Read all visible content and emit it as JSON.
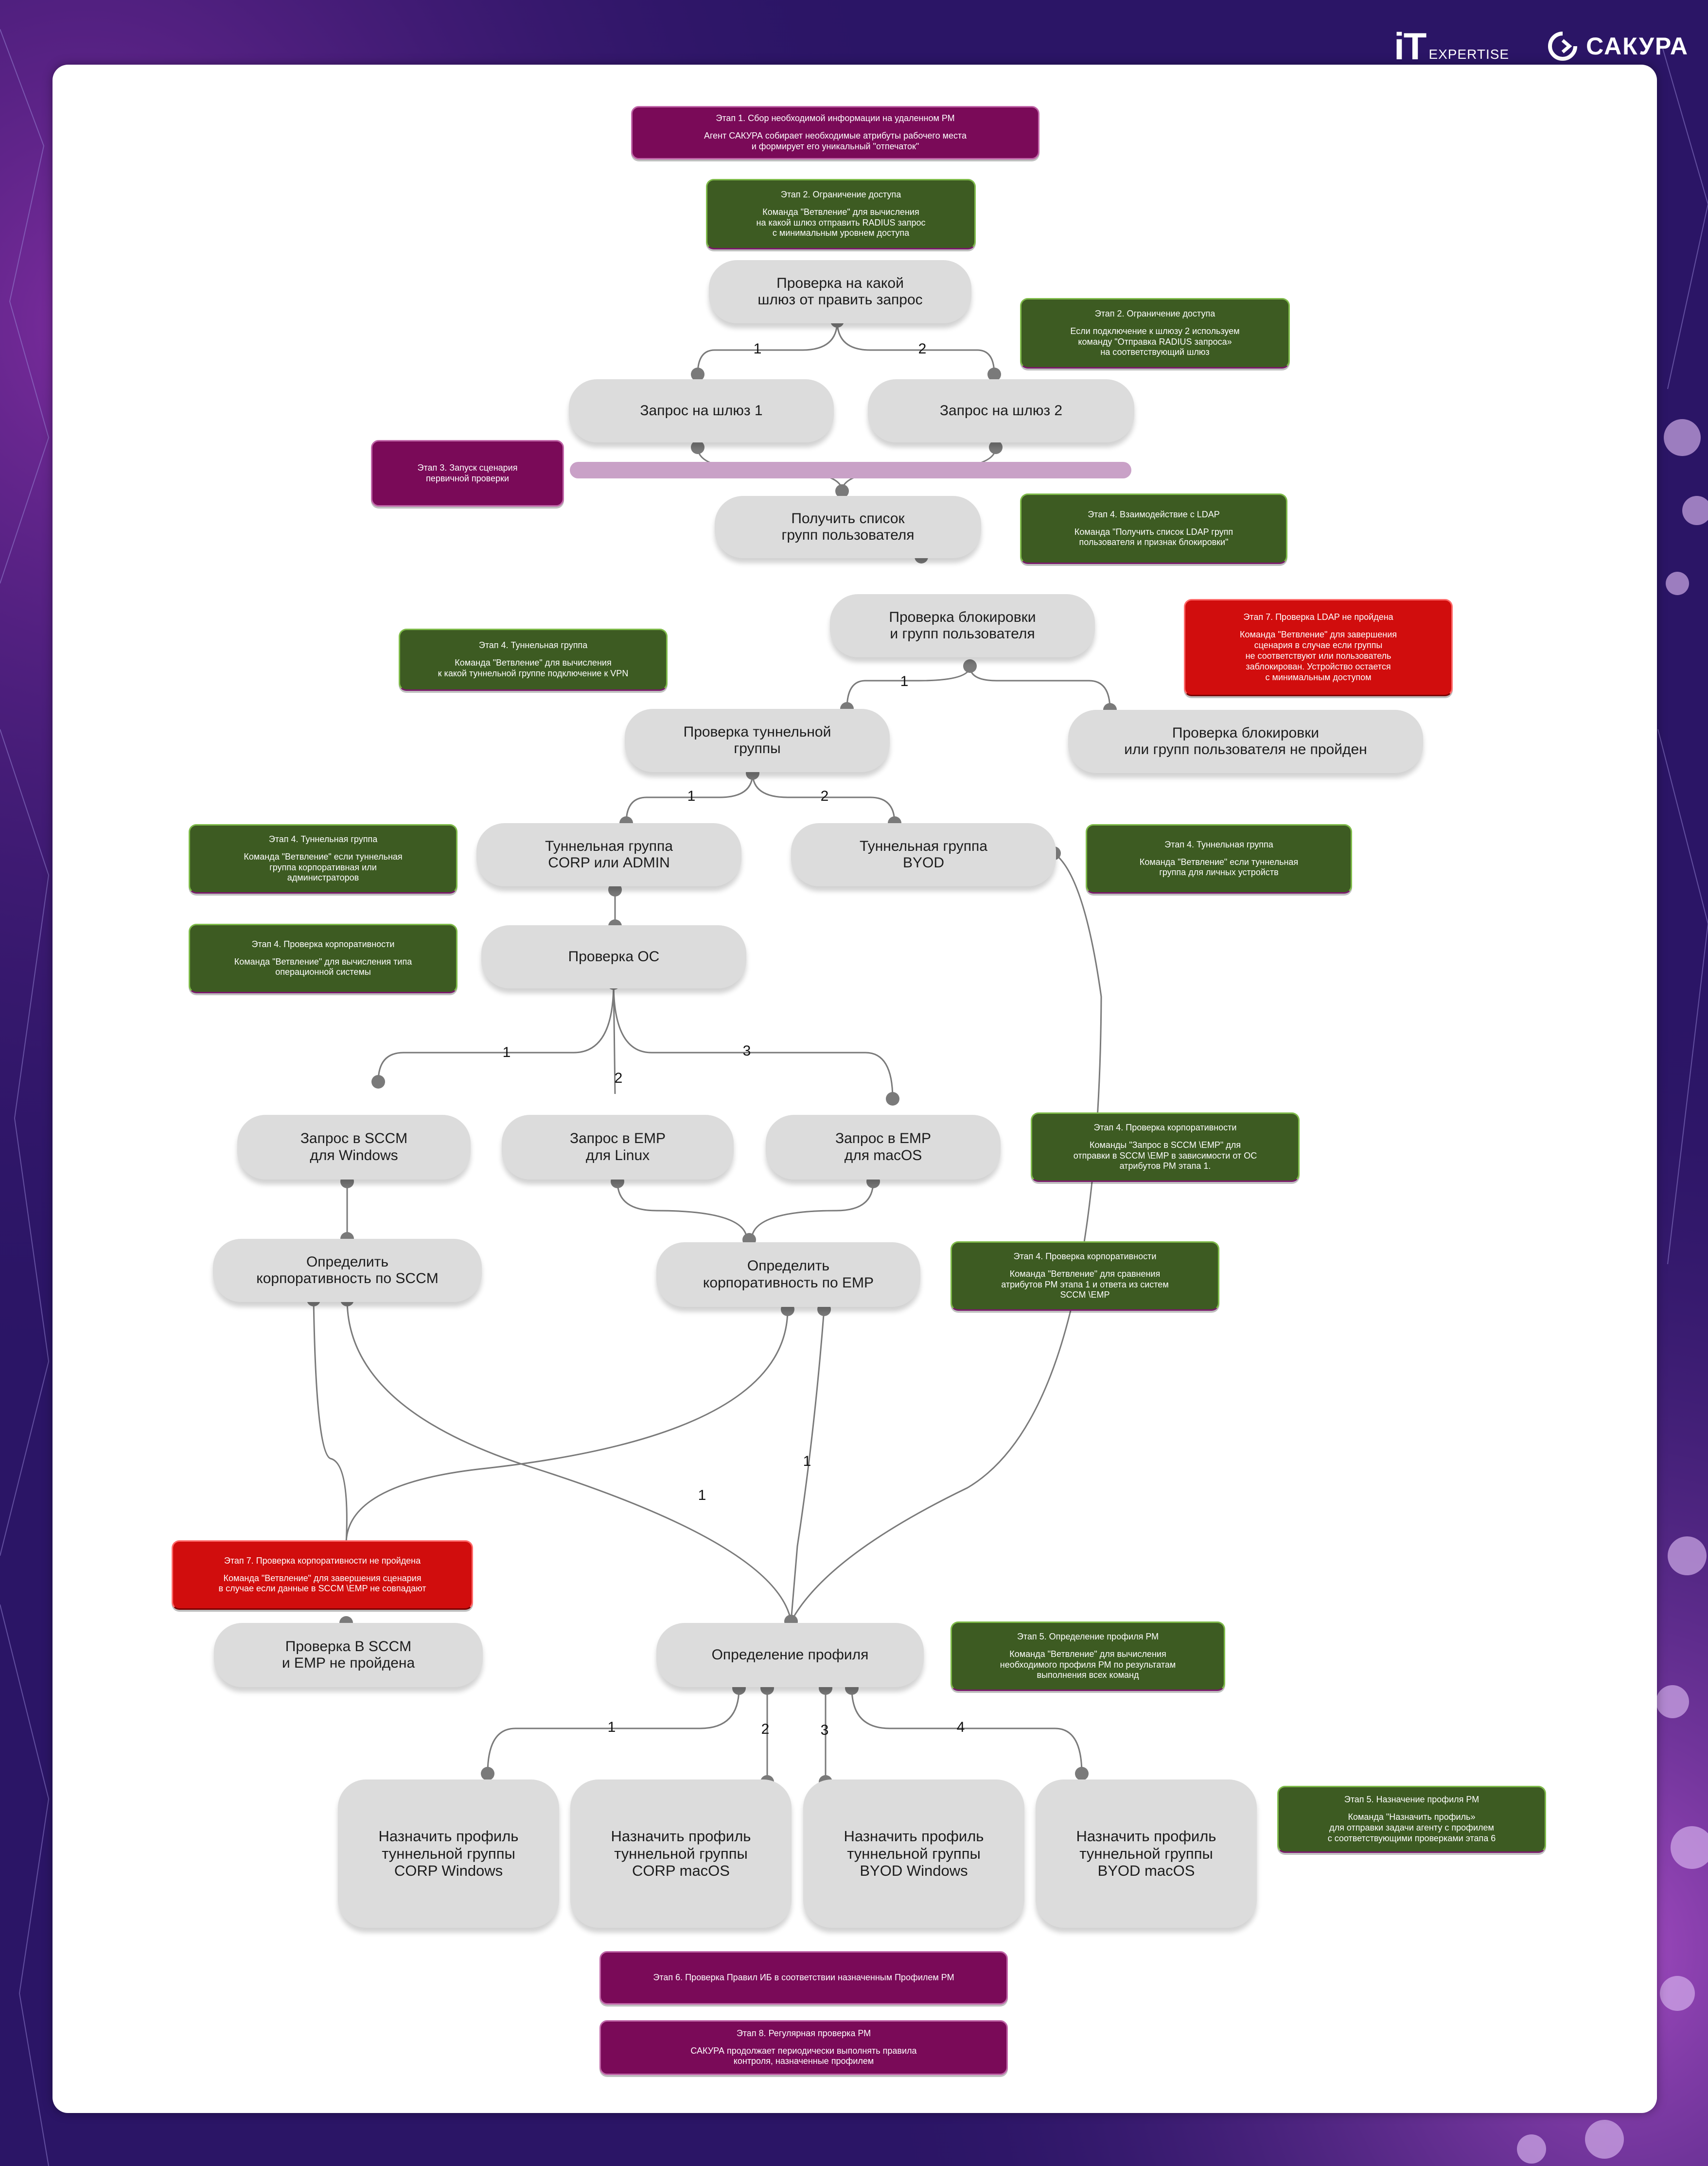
{
  "brand": {
    "logo_it": "iT",
    "logo_it_sub": "EXPERTISE",
    "logo_sakura": "САКУРА"
  },
  "nodes": {
    "check_gateway": "Проверка на какой\nшлюз от править запрос",
    "req_gw1": "Запрос на шлюз 1",
    "req_gw2": "Запрос на шлюз 2",
    "get_groups": "Получить список\nгрупп пользователя",
    "check_block": "Проверка блокировки\nи групп пользователя",
    "check_tunnel": "Проверка туннельной\nгруппы",
    "block_fail": "Проверка блокировки\nили групп пользователя не пройден",
    "tg_corp": "Туннельная группа\nCORP или ADMIN",
    "tg_byod": "Туннельная группа\nBYOD",
    "check_os": "Проверка ОС",
    "sccm_win": "Запрос в SCCM\nдля Windows",
    "emp_linux": "Запрос в EMP\nдля Linux",
    "emp_mac": "Запрос в EMP\nдля macOS",
    "corp_sccm": "Определить\nкорпоративность по SCCM",
    "corp_emp": "Определить\nкорпоративность по  EMP",
    "sccm_fail": "Проверка В SCCM\nи EMP не пройдена",
    "profile": "Определение профиля",
    "assign_corp_win": "Назначить профиль\nтуннельной группы\nCORP Windows",
    "assign_corp_mac": "Назначить профиль\nтуннельной группы\nCORP macOS",
    "assign_byod_win": "Назначить профиль\nтуннельной группы\nBYOD Windows",
    "assign_byod_mac": "Назначить профиль\nтуннельной группы\nBYOD macOS"
  },
  "edge_labels": {
    "gw_1": "1",
    "gw_2": "2",
    "block_1": "1",
    "tun_1": "1",
    "tun_2": "2",
    "os_1": "1",
    "os_2": "2",
    "os_3": "3",
    "emp_1": "1",
    "sccm_1": "1",
    "prof_1": "1",
    "prof_2": "2",
    "prof_3": "3",
    "prof_4": "4"
  },
  "annotations": {
    "a1": {
      "title": "Этап 1. Сбор необходимой информации на удаленном РМ",
      "body": "Агент САКУРА собирает необходимые атрибуты рабочего места\nи формирует его уникальный \"отпечаток\"",
      "color": "#7a0a58"
    },
    "a2": {
      "title": "Этап 2. Ограничение доступа",
      "body": "Команда \"Ветвление\" для вычисления\nна какой шлюз отправить  RADIUS  запрос\nс минимальным уровнем доступа",
      "color": "#3d5b22"
    },
    "a3": {
      "title": "Этап 2. Ограничение доступа",
      "body": "Если подключение к шлюзу 2 используем\nкоманду \"Отправка  RADIUS  запроса»\nна соответствующий шлюз",
      "color": "#3d5b22"
    },
    "a4": {
      "title": "",
      "body": "Этап 3. Запуск сценария\nпервичной проверки",
      "color": "#7a0a58"
    },
    "a5": {
      "title": "Этап 4. Взаимодействие с LDAP",
      "body": "Команда \"Получить список  LDAP  групп\nпользователя и признак блокировки\"",
      "color": "#3d5b22"
    },
    "a6": {
      "title": "Этап 4. Туннельная группа",
      "body": "Команда \"Ветвление\" для  вычисления\nк какой туннельной группе  подключение  к  VPN",
      "color": "#3d5b22"
    },
    "a7": {
      "title": "Этап 7. Проверка LDAP  не пройдена",
      "body": "Команда \"Ветвление\" для завершения\nсценария в случае если группы\nне соответствуют или пользователь\nзаблокирован. Устройство остается\nс минимальным доступом",
      "color": "#d10d0d"
    },
    "a8": {
      "title": "Этап 4. Туннельная группа",
      "body": "Команда \"Ветвление\" если туннельная\nгруппа корпоративная или\nадминистраторов",
      "color": "#3d5b22"
    },
    "a9": {
      "title": "Этап 4. Туннельная группа",
      "body": "Команда \"Ветвление\" если туннельная\nгруппа для личных  устройств",
      "color": "#3d5b22"
    },
    "a10": {
      "title": "Этап 4. Проверка корпоративности",
      "body": "Команда \"Ветвление\" для вычисления типа\nоперационной системы",
      "color": "#3d5b22"
    },
    "a11": {
      "title": "Этап 4. Проверка корпоративности",
      "body": "Команды \"Запрос в  SCCM \\EMP\" для\nотправки в  SCCM \\EMP в зависимости от ОС\nатрибутов РМ этапа 1.",
      "color": "#3d5b22"
    },
    "a12": {
      "title": "Этап 4. Проверка корпоративности",
      "body": "Команда \"Ветвление\" для сравнения\nатрибутов РМ этапа 1 и ответа из систем\nSCCM \\EMP",
      "color": "#3d5b22"
    },
    "a13": {
      "title": "Этап 7. Проверка корпоративности\nне пройдена",
      "body": "Команда \"Ветвление\" для завершения  сценария\nв случае если данные в  SCCM \\EMP не совпадают",
      "color": "#d10d0d"
    },
    "a14": {
      "title": "Этап 5. Определение профиля РМ",
      "body": "Команда \"Ветвление\" для вычисления\nнеобходимого профиля РМ по результатам\nвыполнения всех команд",
      "color": "#3d5b22"
    },
    "a15": {
      "title": "Этап 5. Назначение профиля РМ",
      "body": "Команда \"Назначить профиль»\nдля отправки задачи агенту с    профилем\nс соответствующими проверками этапа 6",
      "color": "#3d5b22"
    },
    "a16": {
      "title": "",
      "body": "Этап 6. Проверка Правил ИБ в  соответствии  назначенным Профилем РМ",
      "color": "#7a0a58"
    },
    "a17": {
      "title": "Этап 8. Регулярная проверка РМ",
      "body": "САКУРА продолжает периодически выполнять правила\nконтроля, назначенные профилем",
      "color": "#7a0a58"
    }
  }
}
